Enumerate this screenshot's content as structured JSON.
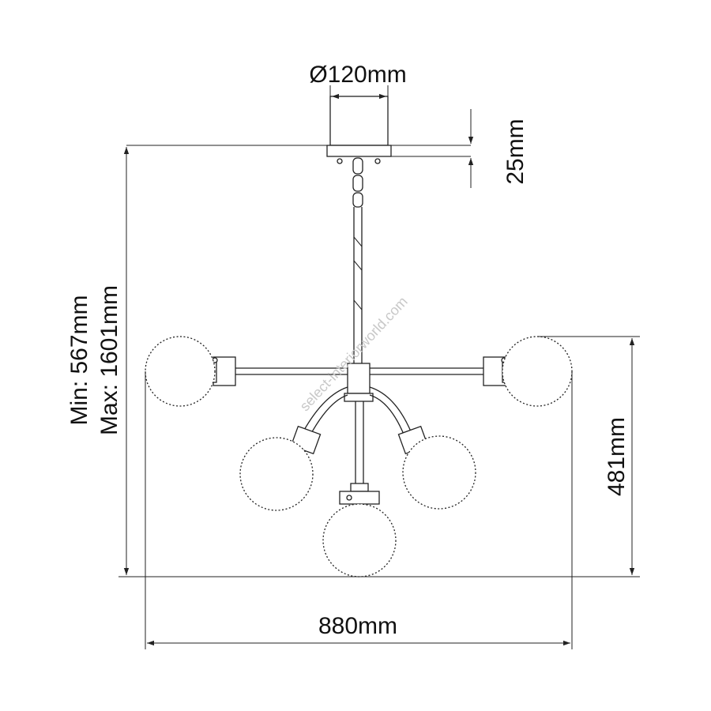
{
  "dimensions": {
    "canopy_diameter": "Ø120mm",
    "canopy_height": "25mm",
    "height_min": "Min: 567mm",
    "height_max": "Max: 1601mm",
    "body_height": "481mm",
    "width": "880mm"
  },
  "watermark": "select-interiorworld.com"
}
